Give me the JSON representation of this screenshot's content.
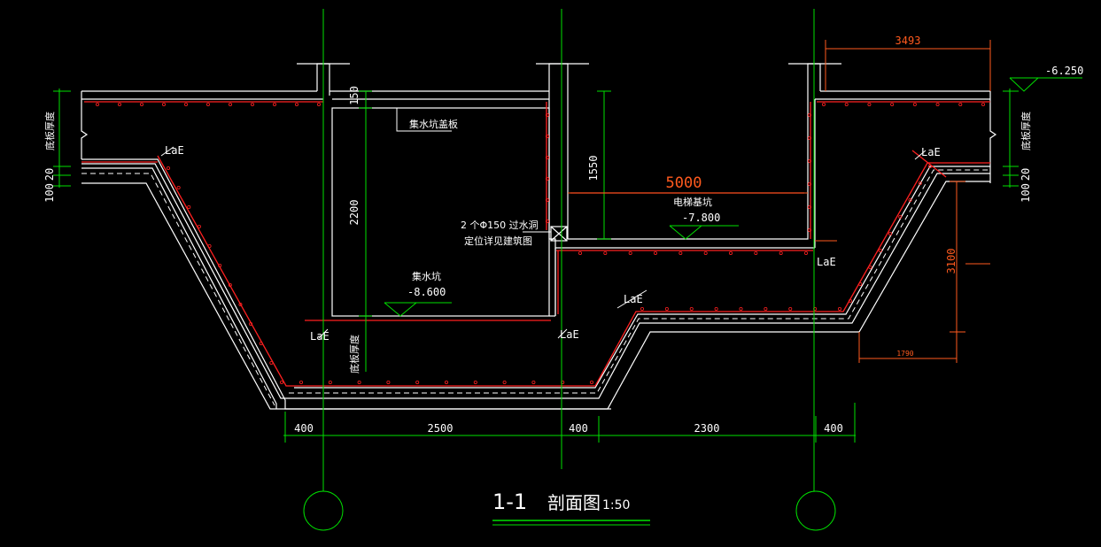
{
  "colors": {
    "background": "#000000",
    "wall": "#ffffff",
    "rebar": "#ff2020",
    "dimension": "#00e000",
    "dimension_red": "#ff5a1e",
    "text": "#ffffff"
  },
  "title": {
    "number": "1-1",
    "name": "剖面图",
    "scale": "1:50"
  },
  "levels": {
    "top": "-6.250",
    "elevator_pit": "-7.800",
    "sump_pit": "-8.600"
  },
  "labels": {
    "sump_cover": "集水坑盖板",
    "elevator_pit": "电梯基坑",
    "sump_pit": "集水坑",
    "pipe_line1": "2 个Φ150  过水洞",
    "pipe_line2": "定位详见建筑图",
    "slab_thickness": "底板厚度",
    "lae": "LaE"
  },
  "dimensions": {
    "bottom": [
      "400",
      "2500",
      "400",
      "2300",
      "400"
    ],
    "top_width": "3493",
    "pit_width": "5000",
    "cover_thk": "150",
    "sump_depth": "2200",
    "elev_depth": "1550",
    "slope_height": "3100",
    "slope_run": "1790",
    "left_20": "20",
    "left_100": "100",
    "right_20": "20",
    "right_100": "100"
  }
}
